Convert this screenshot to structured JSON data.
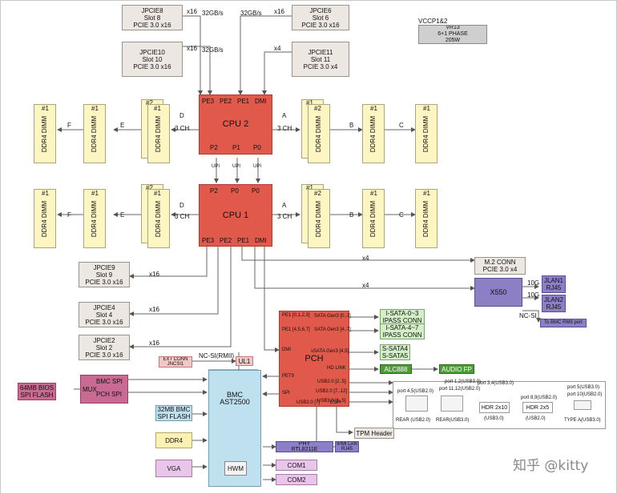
{
  "vccp": {
    "title": "VCCP1&2",
    "l1": "VR13",
    "l2": "6+1 PHASE",
    "l3": "205W"
  },
  "cpu2": {
    "label": "CPU 2",
    "pins_top": [
      "PE3",
      "PE2",
      "PE1",
      "DMI"
    ],
    "pins_bottom": [
      "P2",
      "P1",
      "P0"
    ]
  },
  "cpu1": {
    "label": "CPU 1",
    "pins_top": [
      "P2",
      "P0",
      "P0"
    ],
    "pins_bottom": [
      "PE3",
      "PE2",
      "PE1",
      "DMI"
    ]
  },
  "upi": "UPI",
  "channels": {
    "d": "D",
    "a": "A",
    "e": "E",
    "f": "F",
    "b": "B",
    "c": "C",
    "ch3": "3 CH"
  },
  "dimm": {
    "label": "DDR4 DIMM",
    "n1": "#1",
    "n2": "#2"
  },
  "slots_top": [
    {
      "name": "JPCIE8",
      "slot": "Slot 8",
      "spec": "PCIE 3.0 x16",
      "lane": "x16",
      "bw": "32GB/s"
    },
    {
      "name": "JPCIE10",
      "slot": "Slot 10",
      "spec": "PCIE 3.0 x16",
      "lane": "x16",
      "bw": "32GB/s"
    },
    {
      "name": "JPCIE6",
      "slot": "Slot 6",
      "spec": "PCIE 3.0 x16",
      "lane": "x16",
      "bw": "32GB/s"
    },
    {
      "name": "JPCIE11",
      "slot": "Slot 11",
      "spec": "PCIE 3.0 x4",
      "lane": "x4"
    }
  ],
  "slots_bottom": [
    {
      "name": "JPCIE9",
      "slot": "Slot 9",
      "spec": "PCIE 3.0 x16",
      "lane": "x16"
    },
    {
      "name": "JPCIE4",
      "slot": "Slot 4",
      "spec": "PCIE 3.0 x16",
      "lane": "x16"
    },
    {
      "name": "JPCIE2",
      "slot": "Slot 2",
      "spec": "PCIE 3.0 x16",
      "lane": "x16"
    }
  ],
  "lane_x4": "x4",
  "m2": {
    "l1": "M.2  CONN",
    "l2": "PCIE 3.0 x4"
  },
  "x550": "X550",
  "tenG": "10G",
  "jlan1": {
    "l1": "JLAN1",
    "l2": "RJ45"
  },
  "jlan2": {
    "l1": "JLAN2",
    "l2": "RJ45"
  },
  "ncsi": "NC-SI",
  "to_bmc_rmii": "To BMC RMII port",
  "pch": {
    "label": "PCH",
    "pins_left": [
      "PE1 [0,1,2,3]",
      "PE1 [4,5,6,7]",
      "DMI",
      "PET9",
      "SPI"
    ],
    "pins_right": [
      "SATA Gen3 [0..3]",
      "SATA Gen3 [4..7]",
      "sSATA Gen3 [4,5]",
      "HD LINK",
      "USB2.0 [2..5]",
      "USB2.0 [7..12]",
      "USB3.0 [1..5]"
    ],
    "pins_bottom": [
      "USB2.0 [7]",
      "ESPI"
    ]
  },
  "isata03": {
    "l1": "I-SATA-0~3",
    "l2": "IPASS CONN"
  },
  "isata47": {
    "l1": "I-SATA-4~7",
    "l2": "IPASS CONN"
  },
  "ssata": {
    "l1": "S-SATA4",
    "l2": "S-SATA5"
  },
  "alc": "ALC888",
  "audio": "AUDIO FP",
  "ext": {
    "l1": "EXT CONN",
    "l2": "JNCSI1"
  },
  "ncsi_rmii": "NC-SI(RMII)",
  "ul1": "UL1",
  "bios": {
    "l1": "64MB BIOS",
    "l2": "SPI FLASH"
  },
  "mux": "MUX",
  "bmc_spi": "BMC SPI",
  "pch_spi": "PCH SPI",
  "bmc": {
    "l1": "BMC",
    "l2": "AST2500",
    "hwm": "HWM"
  },
  "bmc_flash": {
    "l1": "32MB BMC",
    "l2": "SPI FLASH"
  },
  "ddr4": "DDR4",
  "vga": "VGA",
  "phy": {
    "l1": "PHY",
    "l2": "RTL8211E"
  },
  "ipmi": {
    "l1": "IPMI LAN",
    "l2": "RJ45"
  },
  "com1": "COM1",
  "com2": "COM2",
  "tpm": "TPM Header",
  "usb": [
    {
      "port": "port 4,5(USB2.0)",
      "label": "REAR (USB2.0)"
    },
    {
      "port": "port 11,12(USB2.0)",
      "label": "REAR(USB3.0)"
    },
    {
      "port": "port 3,4(USB3.0)",
      "label": "HDR 2x10",
      "sub": "(USB3.0)"
    },
    {
      "port": "port 8,9(USB2.0)",
      "label": "HDR 2x5",
      "sub": "(USB2.0)"
    },
    {
      "port": "port 5(USB3.0)",
      "port2": "port 10(USB2.0)",
      "label": "TYPE A(USB3.0)"
    }
  ],
  "port12": "port 1,2(USB3.0)",
  "watermark": "知乎 @kitty"
}
